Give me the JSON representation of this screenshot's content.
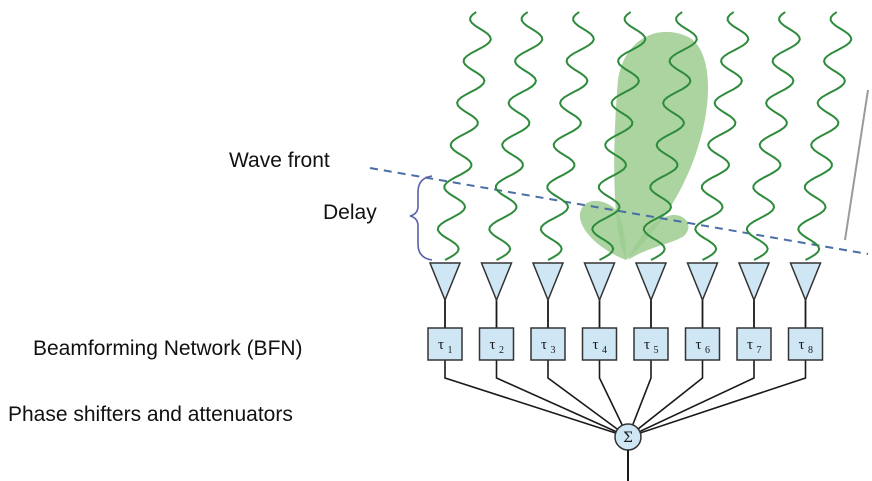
{
  "labels": {
    "wave_front": "Wave front",
    "delay": "Delay",
    "bfn": "Beamforming Network (BFN)",
    "phase_shifters": "Phase shifters and attenuators"
  },
  "elements": [
    {
      "symbol": "τ",
      "sub": "1"
    },
    {
      "symbol": "τ",
      "sub": "2"
    },
    {
      "symbol": "τ",
      "sub": "3"
    },
    {
      "symbol": "τ",
      "sub": "4"
    },
    {
      "symbol": "τ",
      "sub": "5"
    },
    {
      "symbol": "τ",
      "sub": "6"
    },
    {
      "symbol": "τ",
      "sub": "7"
    },
    {
      "symbol": "τ",
      "sub": "8"
    }
  ],
  "combiner": {
    "symbol": "Σ"
  },
  "colors": {
    "wave": "#2e8b3c",
    "beam": "#9ccc8f",
    "wavefront_line": "#4a6fa5",
    "brace": "#5a5fa8",
    "box_fill": "#cfe6f5",
    "box_stroke": "#333333"
  }
}
